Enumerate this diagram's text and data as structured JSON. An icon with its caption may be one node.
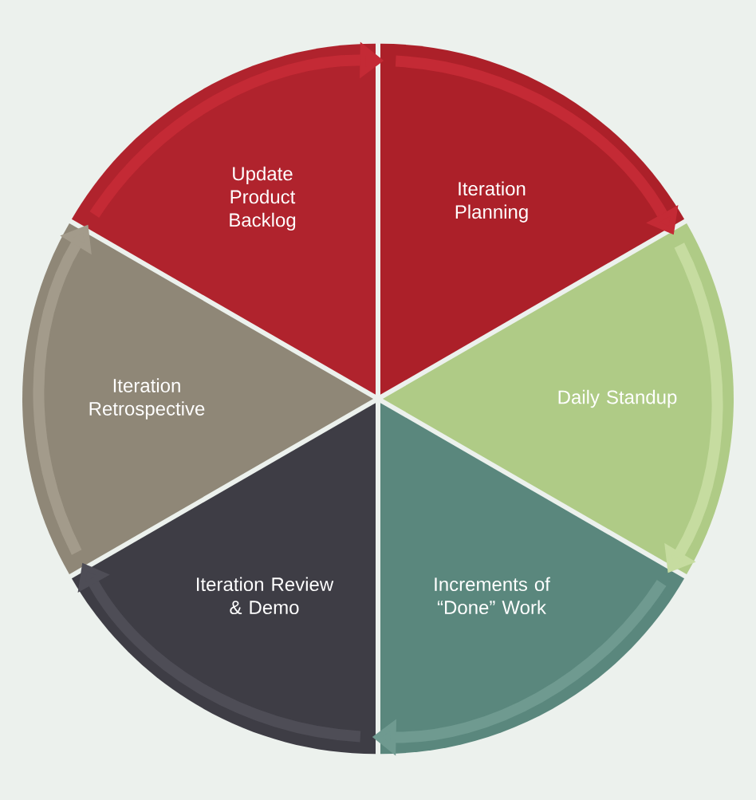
{
  "diagram": {
    "nodes": [
      {
        "text": [
          "Update Product Backlog"
        ]
      },
      {
        "text": [
          "Iteration Planning"
        ]
      },
      {
        "text": [
          "Daily Standup"
        ]
      },
      {
        "text": [
          "Increments of “Done” Work"
        ]
      },
      {
        "text": [
          "Iteration Review & Demo"
        ]
      },
      {
        "text": [
          "Iteration Retrospective"
        ]
      }
    ],
    "edges": [
      {
        "from": 0,
        "to": 1,
        "arrow": "to",
        "color": "#c42a35"
      },
      {
        "from": 1,
        "to": 2,
        "arrow": "to",
        "color": "#c42a35"
      },
      {
        "from": 2,
        "to": 3,
        "arrow": "to",
        "color": "#c6dca0"
      },
      {
        "from": 3,
        "to": 4,
        "arrow": "to",
        "color": "#6f9a90"
      },
      {
        "from": 4,
        "to": 5,
        "arrow": "to",
        "color": "#4e4d56"
      },
      {
        "from": 5,
        "to": 0,
        "arrow": "to",
        "color": "#a39b8b"
      }
    ]
  }
}
